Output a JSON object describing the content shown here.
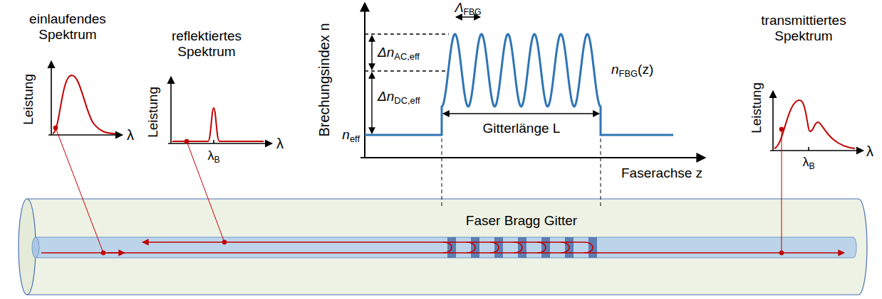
{
  "diagram": {
    "labels": [
      "einlaufendes Spektrum",
      "Leistung",
      "λ",
      "reflektiertes Spektrum",
      "Leistung",
      "λ",
      "λB",
      "Brechungsindex n",
      "ΔnAC,eff",
      "ΛFBG",
      "ΔnDC,eff",
      "neff",
      "nFBG(z)",
      "Gitterlänge L",
      "Faserachse z",
      "Faser Bragg Gitter",
      "transmittiertes Spektrum",
      "Leistung",
      "λ",
      "λB"
    ]
  }
}
